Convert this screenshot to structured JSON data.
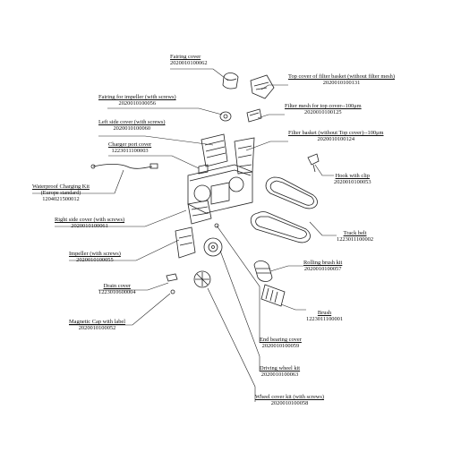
{
  "parts": [
    {
      "key": "fairing_cover",
      "name": "Fairing cover",
      "code": "2020010100062"
    },
    {
      "key": "top_cover",
      "name": "Top cover of filter basket (without filter mesh)",
      "code": "2020010100131"
    },
    {
      "key": "fairing_impeller",
      "name": "Fairing for impeller (with screws)",
      "code": "2020010100056"
    },
    {
      "key": "filter_mesh",
      "name": "Filter mesh for top cover--100μm",
      "code": "2020010100125"
    },
    {
      "key": "left_side_cover",
      "name": "Left side cover (with screws)",
      "code": "2020010100060"
    },
    {
      "key": "filter_basket",
      "name": "Filter basket (without Top cover)--100μm",
      "code": "2020010100124"
    },
    {
      "key": "charger_port_cover",
      "name": "Charger port cover",
      "code": "1223011100003"
    },
    {
      "key": "hook_clip",
      "name": "Hook with clip",
      "code": "2020010100053"
    },
    {
      "key": "charging_kit",
      "name": "Waterproof Charging Kit",
      "sub": "(Europe standard)",
      "code": "1204021500012"
    },
    {
      "key": "right_side_cover",
      "name": "Right side cover (with screws)",
      "code": "2020010100061"
    },
    {
      "key": "track_belt",
      "name": "Track belt",
      "code": "1223011100002"
    },
    {
      "key": "impeller",
      "name": "Impeller (with screws)",
      "code": "2020010100055"
    },
    {
      "key": "rolling_brush",
      "name": "Rolling brush kit",
      "code": "2020010100057"
    },
    {
      "key": "drain_cover",
      "name": "Drain cover",
      "code": "1223010600004"
    },
    {
      "key": "brush",
      "name": "Brush",
      "code": "1223011100001"
    },
    {
      "key": "magnetic_cap",
      "name": "Magnetic Cap with label",
      "code": "2020010100052"
    },
    {
      "key": "end_bearing_cover",
      "name": "End bearing cover",
      "code": "2020010100059"
    },
    {
      "key": "driving_wheel",
      "name": "Driving wheel kit",
      "code": "2020010100063"
    },
    {
      "key": "wheel_cover",
      "name": "Wheel cover kit (with screws)",
      "code": "2020010100058"
    }
  ]
}
